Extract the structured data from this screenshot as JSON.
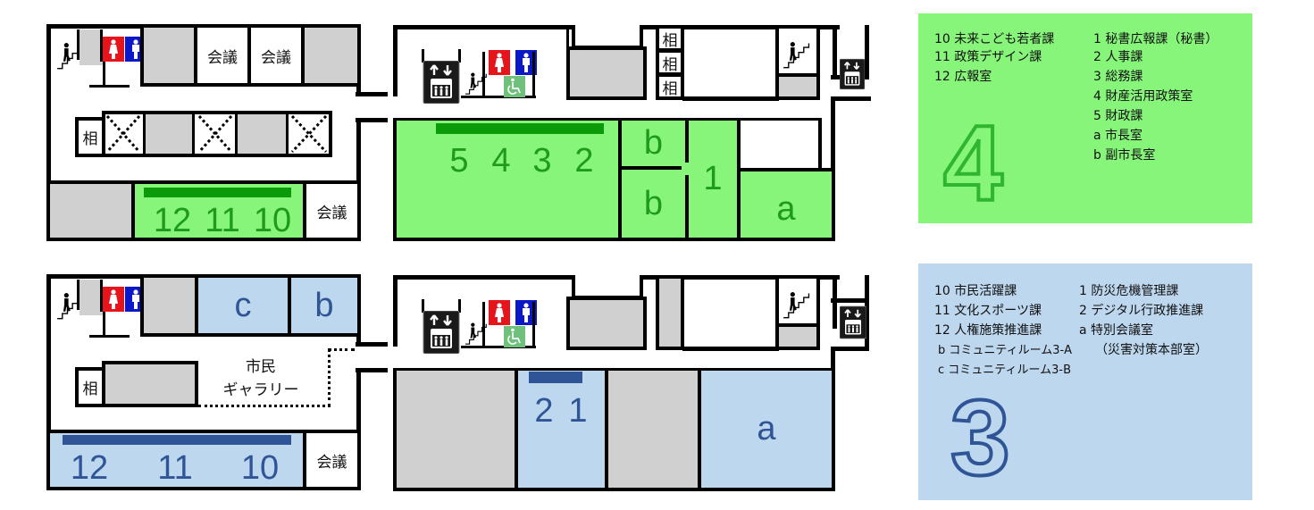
{
  "floor4": {
    "floor_number": "4",
    "colors": {
      "fill": "#86f57a",
      "text": "#1e9a1e",
      "bar": "#0a9a0a"
    },
    "left_wing": {
      "meeting_rooms": [
        "会議",
        "会議",
        "会議"
      ],
      "consult": "相",
      "office_numbers": [
        "12",
        "11",
        "10"
      ]
    },
    "right_wing": {
      "consult_rooms": [
        "相",
        "相",
        "相"
      ],
      "office_numbers": [
        "5",
        "4",
        "3",
        "2"
      ],
      "room_1": "1",
      "room_b_upper": "b",
      "room_b_lower": "b",
      "room_a": "a"
    },
    "legend": {
      "left": [
        "10 未来こども若者課",
        "11 政策デザイン課",
        "12 広報室"
      ],
      "right": [
        "1 秘書広報課（秘書）",
        "2 人事課",
        "3 総務課",
        "4 財産活用政策室",
        "5 財政課",
        "a 市長室",
        "b 副市長室"
      ]
    }
  },
  "floor3": {
    "floor_number": "3",
    "colors": {
      "fill": "#bdd7ee",
      "text": "#2f5597",
      "bar": "#2f5597"
    },
    "left_wing": {
      "room_c": "c",
      "room_b": "b",
      "consult": "相",
      "gallery_line1": "市民",
      "gallery_line2": "ギャラリー",
      "meeting_room": "会議",
      "office_numbers": [
        "12",
        "11",
        "10"
      ]
    },
    "right_wing": {
      "office_numbers": [
        "2",
        "1"
      ],
      "room_a": "a"
    },
    "legend": {
      "left": [
        "10 市民活躍課",
        "11 文化スポーツ課",
        "12 人権施策推進課",
        "b コミュニティルーム3-A",
        "c コミュニティルーム3-B"
      ],
      "right": [
        "1 防災危機管理課",
        "2 デジタル行政推進課",
        "a 特別会議室",
        "（災害対策本部室）"
      ]
    }
  },
  "icons": {
    "stairs": "stairs-icon",
    "toilet_female": "female-toilet-icon",
    "toilet_male": "male-toilet-icon",
    "accessible": "wheelchair-icon",
    "elevator": "elevator-icon"
  }
}
